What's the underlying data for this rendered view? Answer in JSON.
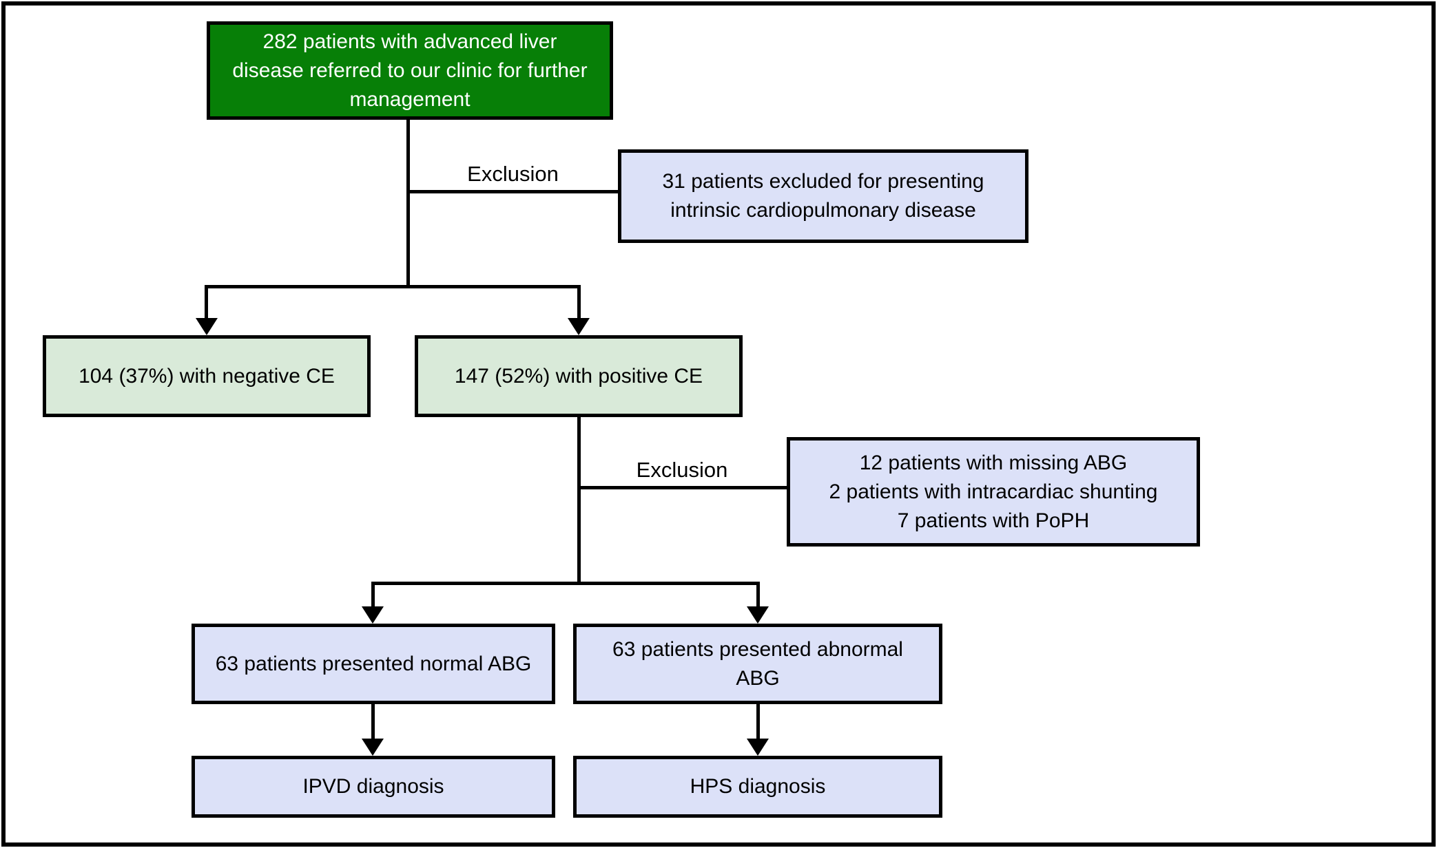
{
  "nodes": {
    "root": {
      "text": "282 patients with advanced liver disease referred to our clinic for further management"
    },
    "exclusion1_box": {
      "text": "31 patients excluded for presenting intrinsic cardiopulmonary disease"
    },
    "negative_ce": {
      "text": "104 (37%) with negative CE"
    },
    "positive_ce": {
      "text": "147 (52%) with positive CE"
    },
    "exclusion2_box": {
      "text": "12 patients with missing ABG\n2 patients with intracardiac shunting\n7 patients with PoPH"
    },
    "normal_abg": {
      "text": "63 patients presented normal ABG"
    },
    "abnormal_abg": {
      "text": "63 patients presented abnormal ABG"
    },
    "ipvd": {
      "text": "IPVD diagnosis"
    },
    "hps": {
      "text": "HPS diagnosis"
    }
  },
  "edge_labels": {
    "exclusion1": "Exclusion",
    "exclusion2": "Exclusion"
  },
  "colors": {
    "background": "#ffffff",
    "line": "#000000",
    "root_fill": "#077f07",
    "root_text": "#ffffff",
    "ce_fill": "#d9ead9",
    "info_fill": "#dce1f8"
  }
}
